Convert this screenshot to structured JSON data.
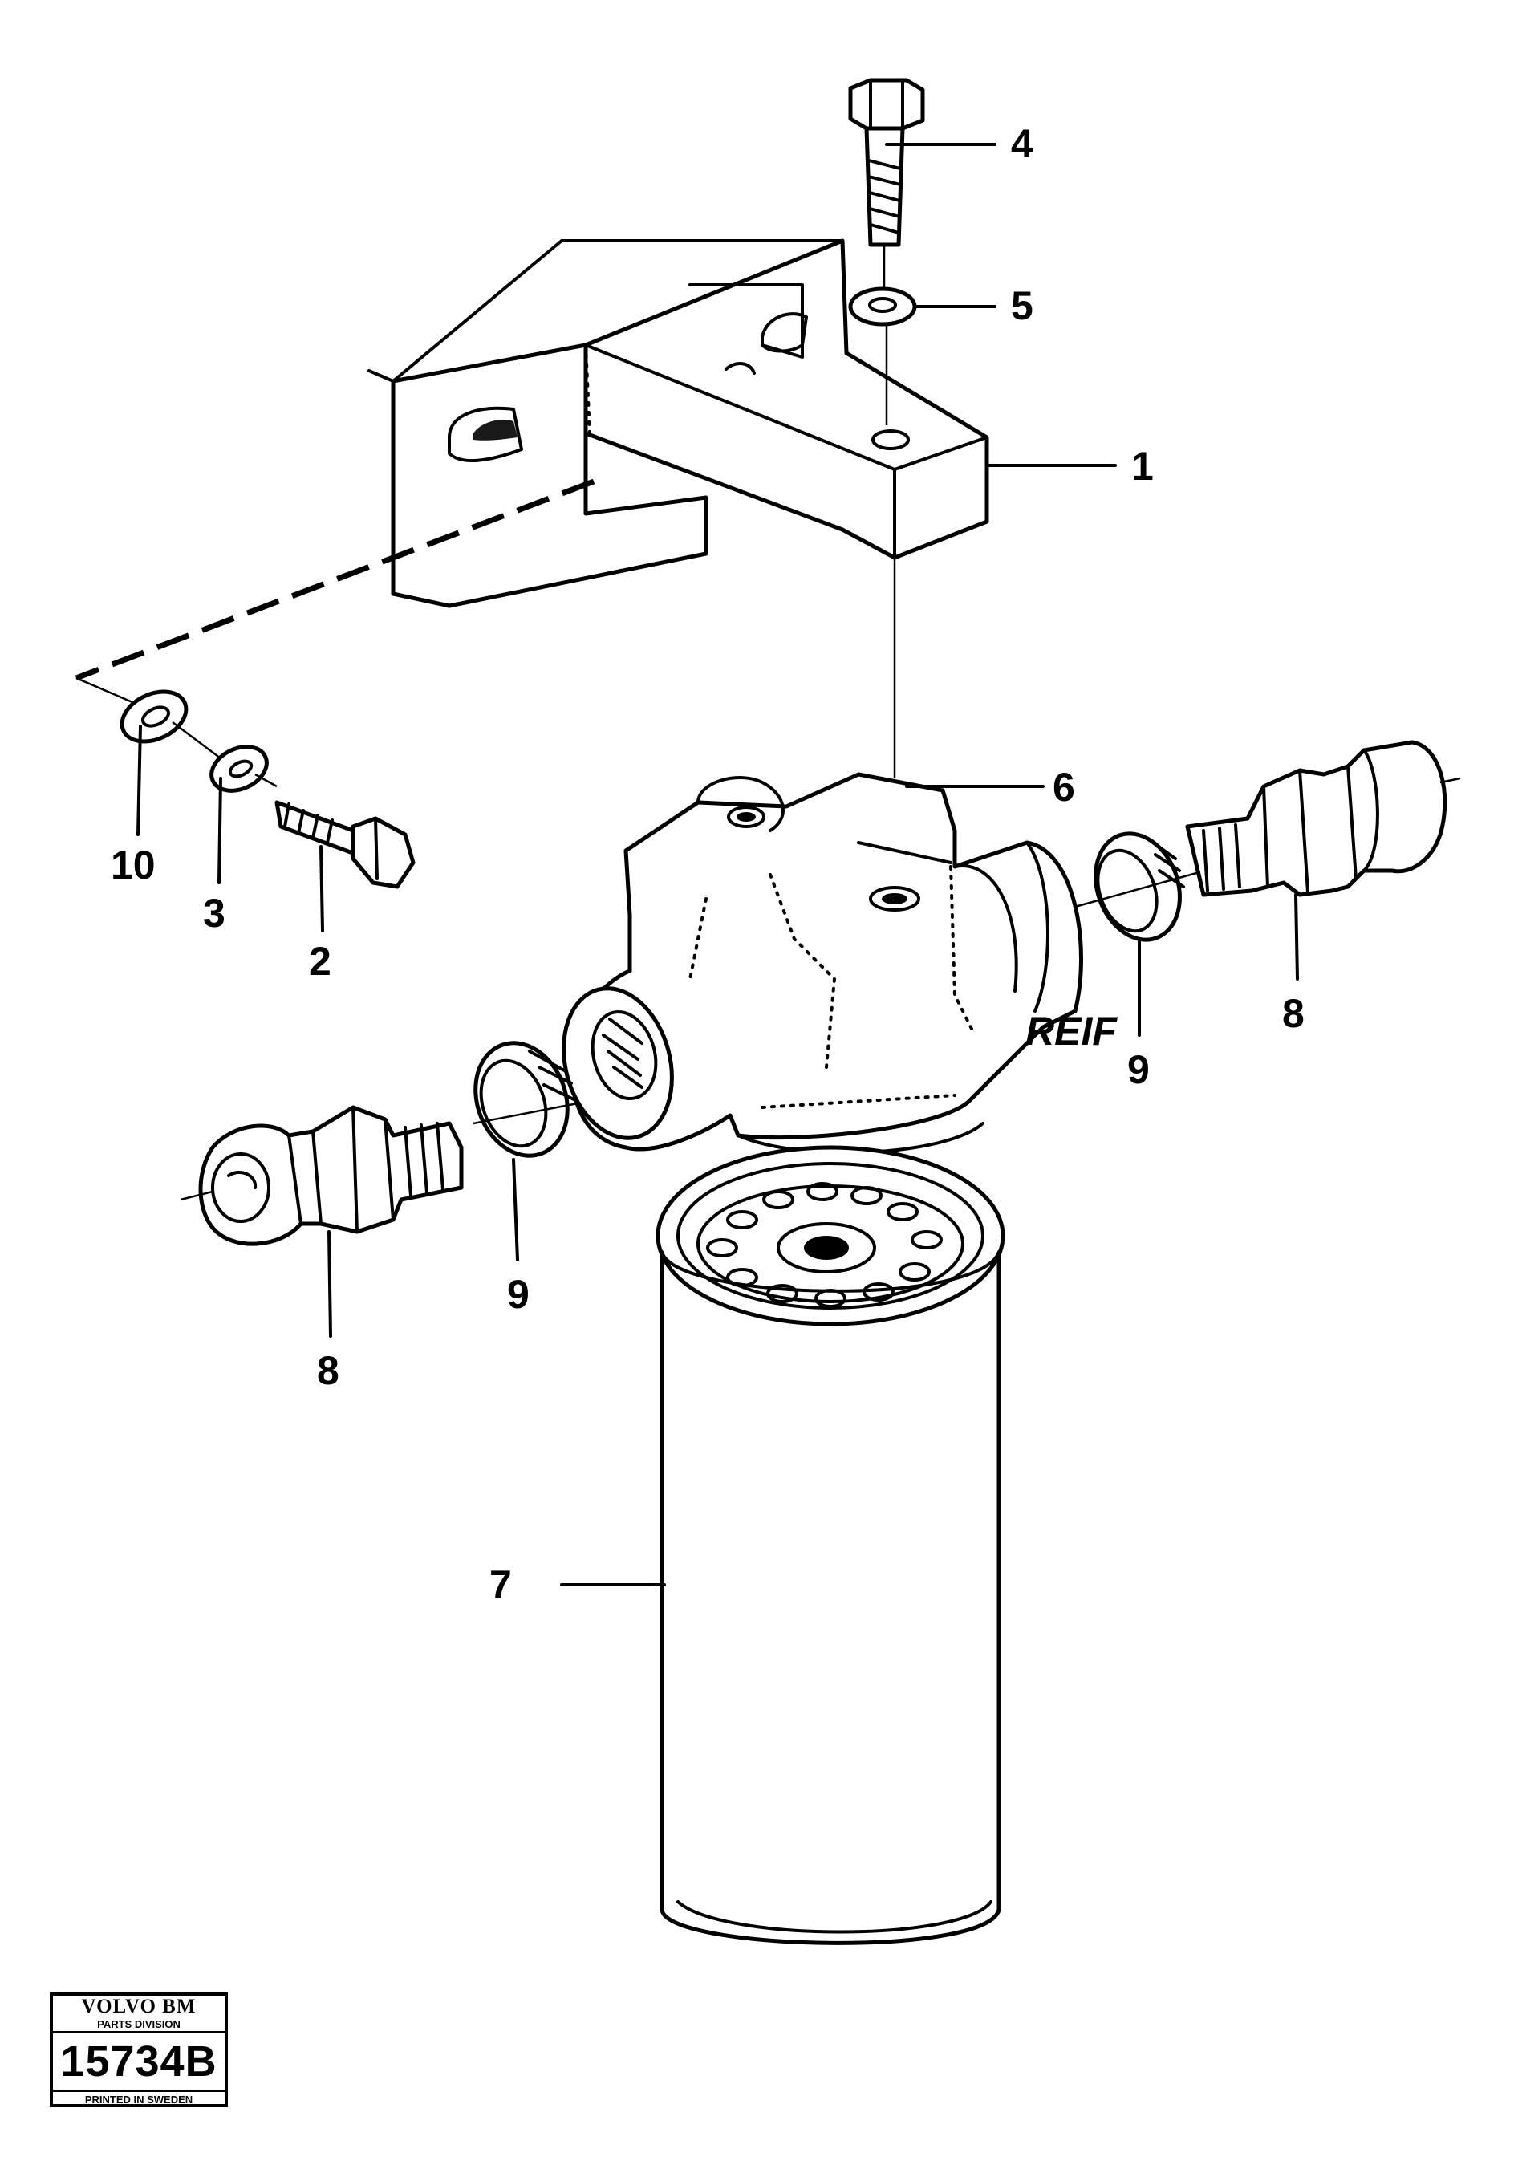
{
  "callouts": {
    "c1": "1",
    "c2": "2",
    "c3": "3",
    "c4": "4",
    "c5": "5",
    "c6": "6",
    "c7": "7",
    "c8_left": "8",
    "c8_right": "8",
    "c9_left": "9",
    "c9_right": "9",
    "c10": "10"
  },
  "head_marking": "REIF",
  "stamp": {
    "brand": "VOLVO BM",
    "division": "PARTS DIVISION",
    "number": "15734B",
    "printed": "PRINTED IN SWEDEN"
  }
}
